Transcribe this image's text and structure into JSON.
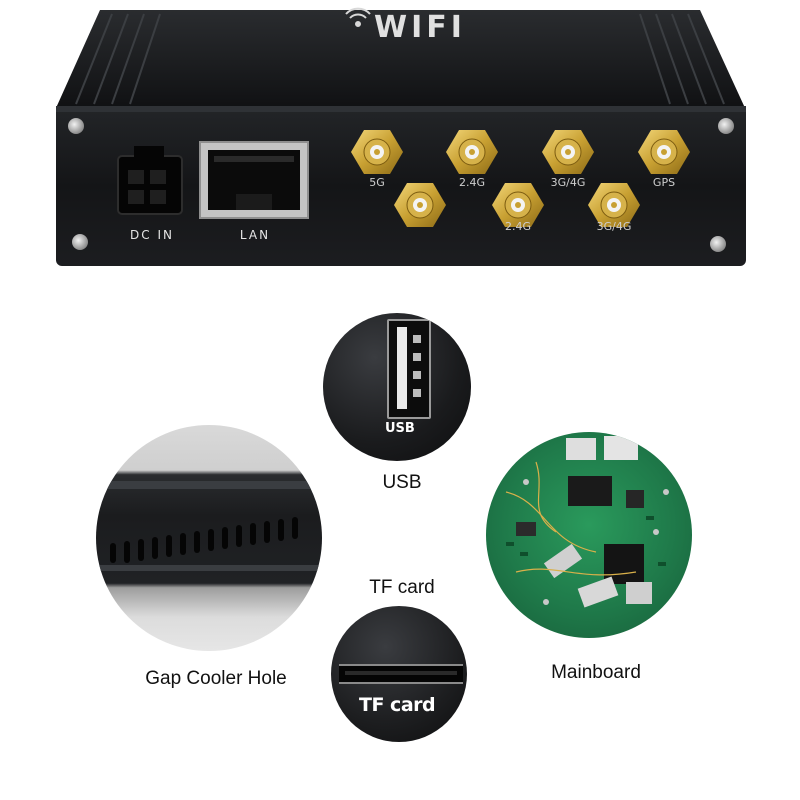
{
  "device": {
    "brand_text": "WIFI",
    "port_labels": {
      "dc_in": "DC IN",
      "lan": "LAN"
    },
    "antenna_labels": [
      "5G",
      "2.4G",
      "3G/4G",
      "GPS",
      "2.4G",
      "3G/4G"
    ]
  },
  "features": {
    "usb": {
      "caption": "USB",
      "inner_label": "USB"
    },
    "tf_card": {
      "caption": "TF card",
      "inner_label": "TF card"
    },
    "cooler": {
      "caption": "Gap Cooler Hole"
    },
    "mainboard": {
      "caption": "Mainboard"
    }
  },
  "colors": {
    "chassis": "#16181a",
    "chassis_edge": "#2b2e31",
    "gold": "#c8a032",
    "ethernet_metal": "#b9b9b9",
    "board_green": "#1f7a4a"
  }
}
